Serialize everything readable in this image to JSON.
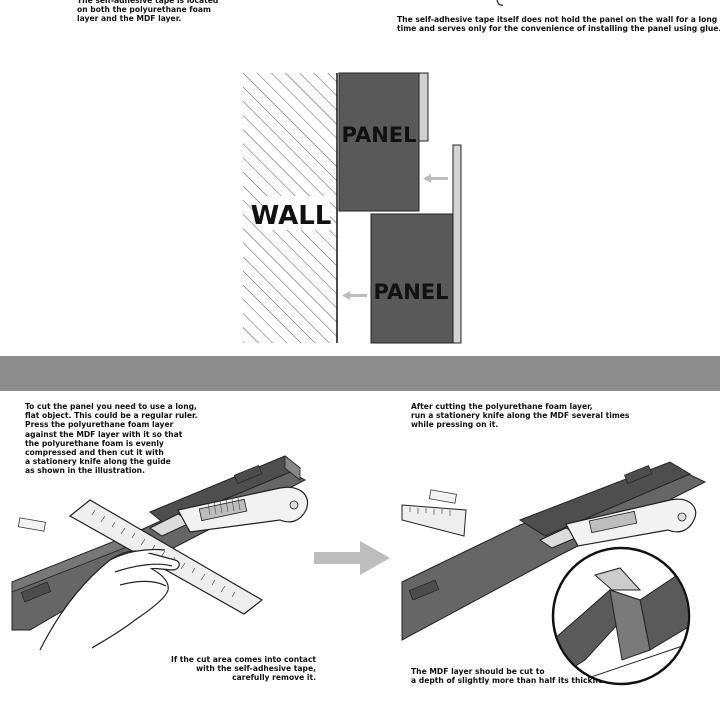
{
  "top": {
    "left_note": "The self-adhesive tape is located\non both the polyurethane foam\nlayer and the MDF layer.",
    "right_note": "The self-adhesive tape itself does not hold the panel on the wall for a long\ntime and serves only for the convenience of installing the panel using glue."
  },
  "wall_diagram": {
    "wall_label": "WALL",
    "panel_label_top": "PANEL",
    "panel_label_bottom": "PANEL"
  },
  "cutting": {
    "left_note": "To cut the panel you need to use a long,\nflat object. This could be a regular ruler.\nPress the polyurethane foam layer\nagainst the MDF layer with it so that\nthe polyurethane foam is evenly\ncompressed and then cut it with\na stationery knife along the guide\nas shown in the illustration.",
    "right_note": "After cutting the polyurethane foam layer,\nrun a stationery knife along the MDF several times\nwhile pressing on it.",
    "bottom_left_note": "If the cut area comes into contact\nwith the self-adhesive tape,\ncarefully remove it.",
    "bottom_right_note": "The MDF layer should be cut to\na depth of slightly more than half its thickness."
  },
  "colors": {
    "panel_dark": "#595959",
    "divider": "#8d8d8d",
    "arrow": "#bdbdbd"
  }
}
